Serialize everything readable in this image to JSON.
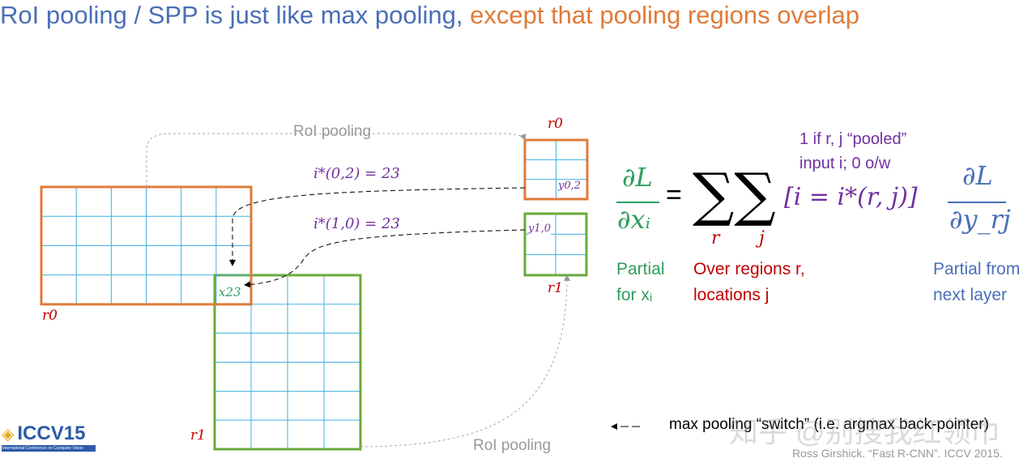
{
  "title": {
    "part1": "RoI pooling / SPP is just like max pooling, ",
    "part2": "except that pooling regions overlap"
  },
  "diagram": {
    "roi_pooling_top": "RoI pooling",
    "roi_pooling_bottom": "RoI pooling",
    "r0_input": "r0",
    "r1_input": "r1",
    "r0_output": "r0",
    "r1_output": "r1",
    "i_star_02": "i*(0,2) = 23",
    "i_star_10": "i*(1,0) = 23",
    "x23": "x23",
    "y02": "y0,2",
    "y10": "y1,0"
  },
  "equation": {
    "lhs_num": "∂L",
    "lhs_den": "∂xᵢ",
    "equals": "=",
    "sum": "∑∑",
    "sum_r": "r",
    "sum_j": "j",
    "indicator": "[i = i*(r, j)]",
    "rhs_num": "∂L",
    "rhs_den": "∂y_rj",
    "note_top_1": "1 if r, j “pooled”",
    "note_top_2": "input i; 0 o/w",
    "partial_x_1": "Partial",
    "partial_x_2": "for xᵢ",
    "over_1": "Over regions r,",
    "over_2": "locations j",
    "next_1": "Partial from",
    "next_2": "next layer"
  },
  "legend": "max pooling “switch” (i.e. argmax back-pointer)",
  "citation": "Ross Girshick. “Fast R-CNN”. ICCV 2015.",
  "logo": {
    "text": "ICCV15",
    "sub": "International Conference on Computer Vision"
  },
  "watermark": "知乎 @别搜我红领巾",
  "colors": {
    "orange": "#e07b39",
    "green": "#6aaa3a",
    "blue": "#4a6fb5",
    "purple": "#7030a0",
    "red": "#c00000",
    "grid": "#3fb0e0"
  }
}
